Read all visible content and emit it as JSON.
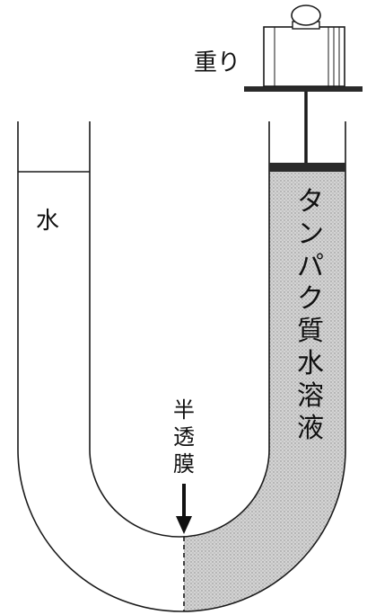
{
  "labels": {
    "weight": "重り",
    "water": "水",
    "solution_chars": [
      "タ",
      "ン",
      "パ",
      "ク",
      "質",
      "水",
      "溶",
      "液"
    ],
    "membrane_chars": [
      "半",
      "透",
      "膜"
    ]
  },
  "colors": {
    "tube_line": "#1a1a1a",
    "solution_fill": "#cfcfcf",
    "solution_dots": "#7a7a7a",
    "piston": "#2a2a2a"
  },
  "icons": {
    "membrane_arrow": "arrow-down-icon",
    "weight": "weight-icon"
  }
}
